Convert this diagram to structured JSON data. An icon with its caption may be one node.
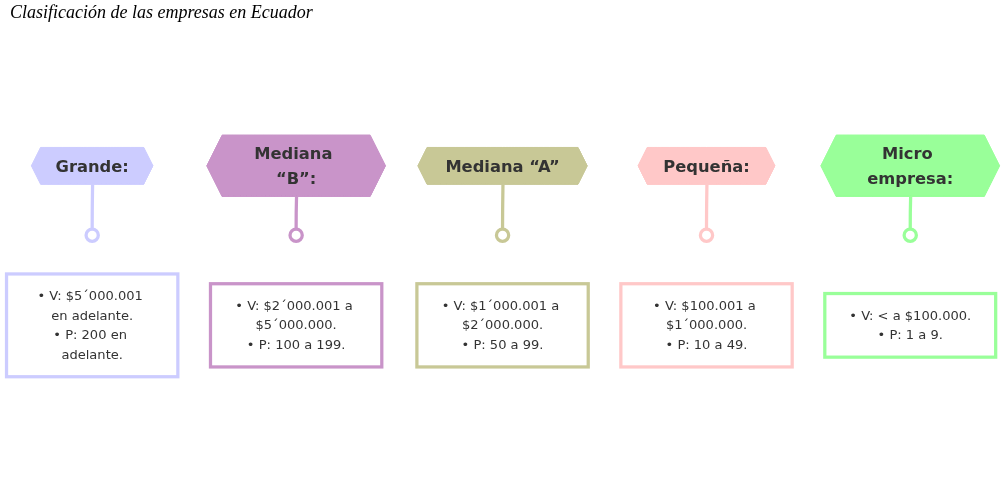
{
  "diagram": {
    "title": "Clasificación de las empresas en Ecuador",
    "nodes": [
      {
        "text": [
          "Grande:"
        ]
      },
      {
        "text": [],
        "shape": "circle"
      },
      {
        "text": [
          "• V: $5´000.001 en adelante.",
          "• P: 200 en adelante."
        ]
      },
      {
        "text": [
          "Mediana “B”:"
        ]
      },
      {
        "text": [],
        "shape": "circle"
      },
      {
        "text": [
          "• V: $2´000.001 a $5´000.000.",
          "• P: 100 a 199."
        ]
      },
      {
        "text": [
          "Mediana “A”"
        ]
      },
      {
        "text": [],
        "shape": "circle"
      },
      {
        "text": [
          "• V: $1´000.001 a $2´000.000.",
          "• P: 50 a 99."
        ]
      },
      {
        "text": [
          "Pequeña:"
        ]
      },
      {
        "text": [],
        "shape": "circle"
      },
      {
        "text": [
          "• V: $100.001 a $1´000.000.",
          "• P: 10 a 49."
        ]
      },
      {
        "text": [
          "Micro empresa:"
        ]
      },
      {
        "text": [],
        "shape": "circle"
      },
      {
        "text": [
          "• V: < a $100.000.",
          "• P: 1 a 9."
        ]
      }
    ],
    "edges": [
      {
        "from": 0,
        "to": 1,
        "arrow": "none",
        "color": "#ccccff"
      },
      {
        "from": 3,
        "to": 4,
        "arrow": "none",
        "color": "#c994c9"
      },
      {
        "from": 6,
        "to": 7,
        "arrow": "none",
        "color": "#c8c896"
      },
      {
        "from": 9,
        "to": 10,
        "arrow": "none",
        "color": "#ffc8c8"
      },
      {
        "from": 12,
        "to": 13,
        "arrow": "none",
        "color": "#99ff99"
      }
    ]
  }
}
